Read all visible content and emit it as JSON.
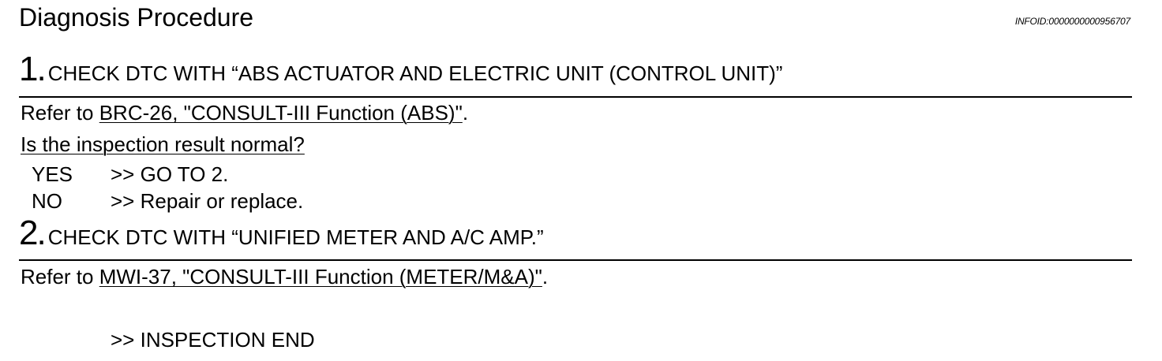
{
  "header": {
    "title": "Diagnosis Procedure",
    "info_id": "INFOID:0000000000956707"
  },
  "steps": [
    {
      "number": "1",
      "heading": "CHECK DTC WITH “ABS ACTUATOR AND ELECTRIC UNIT (CONTROL UNIT)”",
      "refer_prefix": "Refer to ",
      "refer_link": "BRC-26, \"CONSULT-III Function (ABS)\"",
      "refer_suffix": ".",
      "question": "Is the inspection result normal?",
      "answers": [
        {
          "key": "YES",
          "action": ">> GO TO 2."
        },
        {
          "key": "NO",
          "action": ">> Repair or replace."
        }
      ]
    },
    {
      "number": "2",
      "heading": "CHECK DTC WITH “UNIFIED METER AND A/C AMP.”",
      "refer_prefix": "Refer to ",
      "refer_link": "MWI-37, \"CONSULT-III Function (METER/M&A)\"",
      "refer_suffix": ".",
      "end": ">> INSPECTION END"
    }
  ]
}
